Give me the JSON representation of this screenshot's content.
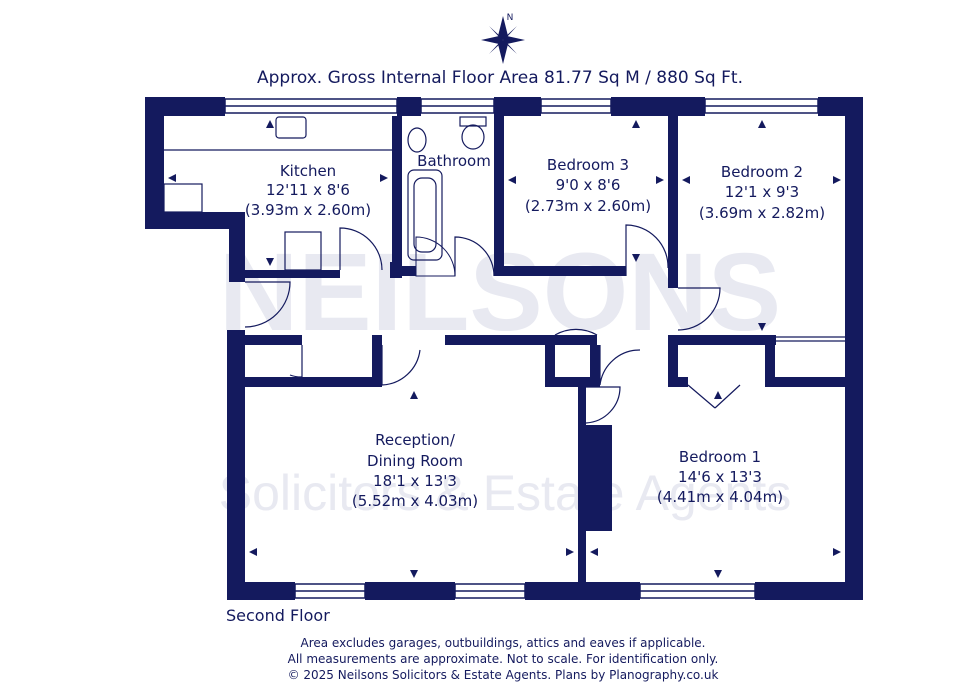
{
  "compass": {
    "label": "N"
  },
  "header": {
    "area": "Approx. Gross Internal Floor Area 81.77 Sq M / 880 Sq Ft."
  },
  "watermark": {
    "line1": "NEILSONS",
    "line2": "Solicitors & Estate Agents"
  },
  "rooms": {
    "kitchen": {
      "name": "Kitchen",
      "imperial": "12'11 x 8'6",
      "metric": "(3.93m x 2.60m)"
    },
    "bathroom": {
      "name": "Bathroom"
    },
    "bedroom3": {
      "name": "Bedroom 3",
      "imperial": "9'0 x 8'6",
      "metric": "(2.73m x 2.60m)"
    },
    "bedroom2": {
      "name": "Bedroom 2",
      "imperial": "12'1 x 9'3",
      "metric": "(3.69m x 2.82m)"
    },
    "reception": {
      "name_line1": "Reception/",
      "name_line2": "Dining Room",
      "imperial": "18'1 x 13'3",
      "metric": "(5.52m x 4.03m)"
    },
    "bedroom1": {
      "name": "Bedroom 1",
      "imperial": "14'6 x 13'3",
      "metric": "(4.41m x 4.04m)"
    }
  },
  "floor_label": "Second Floor",
  "footer": {
    "line1": "Area excludes garages, outbuildings, attics and eaves if applicable.",
    "line2": "All measurements are approximate. Not to scale. For identification only.",
    "line3": "© 2025 Neilsons Solicitors & Estate Agents. Plans by Planography.co.uk"
  },
  "colors": {
    "wall": "#141a5e",
    "watermark": "#e8e9f1",
    "background": "#ffffff"
  }
}
